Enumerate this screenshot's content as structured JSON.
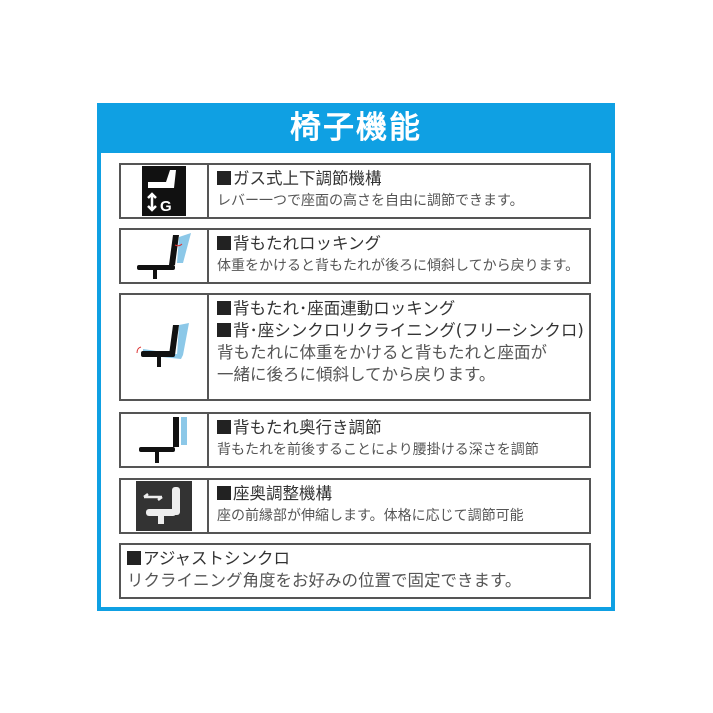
{
  "title": "椅子機能",
  "features": [
    {
      "icon": "gas-lift-icon",
      "heading": "ガス式上下調節機構",
      "desc": [
        "レバー一つで座面の高さを自由に調節できます。"
      ]
    },
    {
      "icon": "backrest-rocking-icon",
      "heading": "背もたれロッキング",
      "desc": [
        "体重をかけると背もたれが後ろに傾斜してから戻ります。"
      ]
    },
    {
      "icon": "synchro-rocking-icon",
      "heading": "背もたれ･座面連動ロッキング",
      "heading2": "背･座シンクロリクライニング(フリーシンクロ)",
      "desc": [
        "背もたれに体重をかけると背もたれと座面が",
        "一緒に後ろに傾斜してから戻ります。"
      ]
    },
    {
      "icon": "backrest-depth-icon",
      "heading": "背もたれ奥行き調節",
      "desc": [
        "背もたれを前後することにより腰掛ける深さを調節"
      ]
    },
    {
      "icon": "seat-slide-icon",
      "heading": "座奥調整機構",
      "desc": [
        "座の前縁部が伸縮します。体格に応じて調節可能"
      ]
    },
    {
      "icon": "",
      "heading": "アジャストシンクロ",
      "desc": [
        "リクライニング角度をお好みの位置で固定できます。"
      ]
    }
  ]
}
